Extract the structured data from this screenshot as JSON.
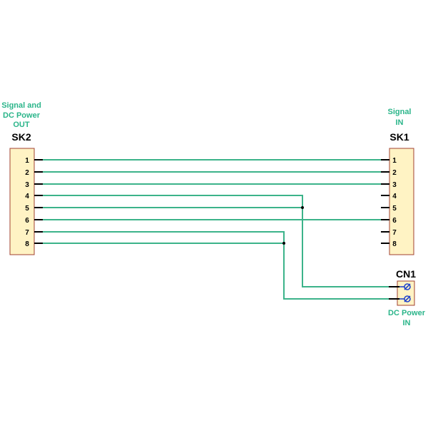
{
  "colors": {
    "wire": "#3cb38a",
    "label": "#2bb58a",
    "connector_fill": "#fff3c4",
    "connector_stroke": "#a04030",
    "terminal_blue": "#2244cc",
    "pin_line": "#000000"
  },
  "sk2": {
    "ref": "SK2",
    "desc_line1": "Signal and",
    "desc_line2": "DC Power",
    "desc_line3": "OUT",
    "pins": [
      "1",
      "2",
      "3",
      "4",
      "5",
      "6",
      "7",
      "8"
    ]
  },
  "sk1": {
    "ref": "SK1",
    "desc_line1": "Signal",
    "desc_line2": "IN",
    "pins": [
      "1",
      "2",
      "3",
      "4",
      "5",
      "6",
      "7",
      "8"
    ]
  },
  "cn1": {
    "ref": "CN1",
    "desc_line1": "DC Power",
    "desc_line2": "IN",
    "terminal_icon": "screw-terminal-icon"
  },
  "wires": [
    {
      "from": "SK2-1",
      "to": "SK1-1"
    },
    {
      "from": "SK2-2",
      "to": "SK1-2"
    },
    {
      "from": "SK2-3",
      "to": "SK1-3"
    },
    {
      "from": "SK2-4",
      "to": "CN1-1"
    },
    {
      "from": "SK2-5",
      "to": "CN1-1"
    },
    {
      "from": "SK2-6",
      "to": "SK1-6"
    },
    {
      "from": "SK2-7",
      "to": "CN1-2"
    },
    {
      "from": "SK2-8",
      "to": "CN1-2"
    }
  ]
}
